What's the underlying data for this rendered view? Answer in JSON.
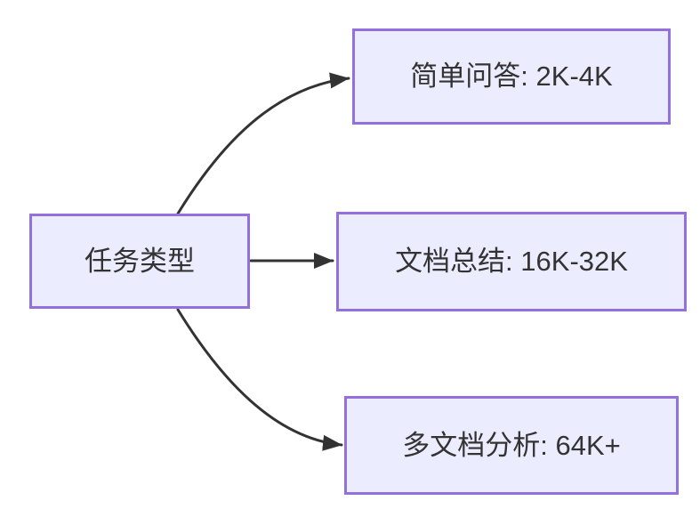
{
  "diagram": {
    "type": "flowchart",
    "direction": "left-to-right",
    "theme": {
      "background": "#FFFFFF",
      "node_fill": "#ECECFF",
      "node_border": "#9370DB",
      "edge_color": "#333333",
      "text_color": "#333333"
    },
    "nodes": {
      "source": {
        "label": "任务类型"
      },
      "targets": [
        {
          "label": "简单问答: 2K-4K"
        },
        {
          "label": "文档总结: 16K-32K"
        },
        {
          "label": "多文档分析: 64K+"
        }
      ]
    },
    "edges": [
      {
        "from": "任务类型",
        "to": "简单问答: 2K-4K"
      },
      {
        "from": "任务类型",
        "to": "文档总结: 16K-32K"
      },
      {
        "from": "任务类型",
        "to": "多文档分析: 64K+"
      }
    ]
  }
}
